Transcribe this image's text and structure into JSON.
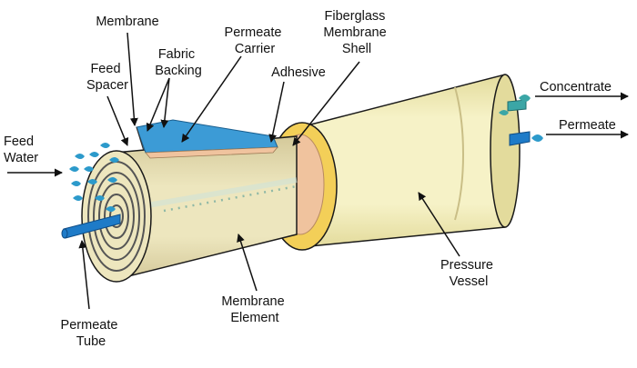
{
  "colors": {
    "vessel_body": "#F6F2C7",
    "vessel_shade": "#E3DB9C",
    "vessel_outline": "#1A1A1A",
    "end_ring": "#F3CF58",
    "adhesive": "#F0C39E",
    "element_body": "#EDE6BE",
    "element_shade": "#D4C99A",
    "fabric": "#3C9BD6",
    "tube": "#1E7BC8",
    "water_drop": "#2C9ACB",
    "label_text": "#111111"
  },
  "labels": {
    "membrane": "Membrane",
    "fabric_backing": [
      "Fabric",
      "Backing"
    ],
    "permeate_carrier": [
      "Permeate",
      "Carrier"
    ],
    "fiberglass_shell": [
      "Fiberglass",
      "Membrane",
      "Shell"
    ],
    "feed_spacer": [
      "Feed",
      "Spacer"
    ],
    "adhesive": "Adhesive",
    "feed_water": [
      "Feed",
      "Water"
    ],
    "concentrate": "Concentrate",
    "permeate": "Permeate",
    "pressure_vessel": [
      "Pressure",
      "Vessel"
    ],
    "membrane_element": [
      "Membrane",
      "Element"
    ],
    "permeate_tube": [
      "Permeate",
      "Tube"
    ]
  }
}
